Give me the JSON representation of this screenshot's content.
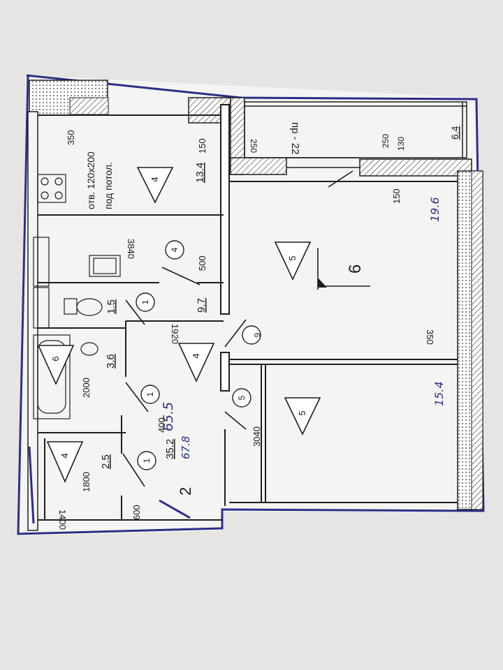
{
  "colors": {
    "paper": "#f4f4f2",
    "background": "#e6e5e3",
    "wall_ink": "#1e1e1e",
    "pen_blue": "#2b2f8a"
  },
  "top_left_room": {
    "dim_350": "350",
    "opening_note_1": "отв. 120х200",
    "opening_note_2": "под потол.",
    "dim_150": "150",
    "area": "13.4",
    "finish_code": "4",
    "dim_3840": "3840"
  },
  "loggia": {
    "label": "пр - 22",
    "dim_250_left": "250",
    "dim_250_right": "250",
    "dim_130": "130",
    "area": "6.4"
  },
  "big_room": {
    "dim_150": "150",
    "area_hand": "19.6",
    "finish_code": "5",
    "room_number": "6",
    "dim_350": "350"
  },
  "small_room": {
    "area_hand": "15.4",
    "finish_code": "5"
  },
  "hall": {
    "circle_4": "4",
    "dim_500": "500",
    "area": "9.7",
    "dim_1920": "1920",
    "finish_code": "4",
    "circle_6": "6",
    "circle_5": "5",
    "dim_3040": "3040",
    "hand_total": "65.5"
  },
  "wc": {
    "area": "1.5",
    "circle": "1"
  },
  "bath": {
    "finish_code": "6",
    "area": "3.6",
    "dim_2000": "2000",
    "circle": "1",
    "dim_400": "400"
  },
  "storage": {
    "finish_code": "4",
    "dim_1800": "1800",
    "area": "2.5",
    "dim_1400": "1400",
    "dim_600": "600"
  },
  "entry": {
    "circle": "1",
    "living_area": "35.2",
    "total_area": "67.8",
    "room_count": "2"
  }
}
